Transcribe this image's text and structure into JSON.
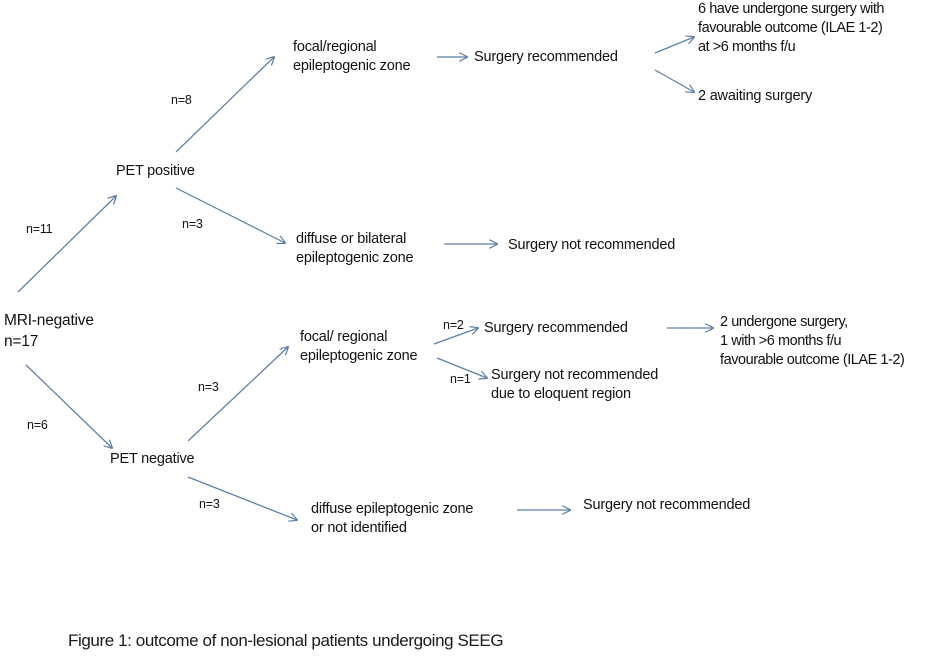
{
  "figure": {
    "caption": "Figure 1: outcome of non-lesional patients undergoing SEEG",
    "background_color": "#ffffff",
    "arrow_color": "#5b7fa6",
    "text_color": "#111111"
  },
  "root": {
    "label": "MRI-negative\nn=17"
  },
  "nodes": {
    "pet_positive": "PET positive",
    "pet_negative": "PET negative",
    "pos_focal_zone": "focal/regional\nepileptogenic zone",
    "pos_diffuse_zone": "diffuse or bilateral\nepileptogenic zone",
    "pos_surgery_recommended": "Surgery recommended",
    "pos_surgery_not_recommended": "Surgery not recommended",
    "pos_outcome_undergone": "6 have undergone surgery with\nfavourable outcome (ILAE 1-2)\nat >6 months f/u",
    "pos_outcome_awaiting": "2 awaiting surgery",
    "neg_focal_zone": "focal/ regional\nepileptogenic zone",
    "neg_diffuse_zone": "diffuse epileptogenic zone\nor not identified",
    "neg_surgery_recommended": "Surgery recommended",
    "neg_surgery_not_recommended": "Surgery not recommended\ndue to eloquent region",
    "neg_diffuse_surgery_not_recommended": "Surgery not recommended",
    "neg_outcome": "2 undergone surgery,\n1 with  >6 months f/u\nfavourable outcome (ILAE 1-2)"
  },
  "edge_labels": {
    "root_to_pet_positive": "n=11",
    "root_to_pet_negative": "n=6",
    "pos_to_focal": "n=8",
    "pos_to_diffuse": "n=3",
    "neg_to_focal": "n=3",
    "neg_to_diffuse": "n=3",
    "neg_focal_to_recommended": "n=2",
    "neg_focal_to_not_recommended": "n=1"
  },
  "chart_data": {
    "type": "flowchart",
    "title": "Figure 1: outcome of non-lesional patients undergoing SEEG",
    "root": {
      "label": "MRI-negative",
      "n": 17
    },
    "edges": [
      {
        "from": "MRI-negative n=17",
        "to": "PET positive",
        "n": 11
      },
      {
        "from": "MRI-negative n=17",
        "to": "PET negative",
        "n": 6
      },
      {
        "from": "PET positive",
        "to": "focal/regional epileptogenic zone",
        "n": 8
      },
      {
        "from": "PET positive",
        "to": "diffuse or bilateral epileptogenic zone",
        "n": 3
      },
      {
        "from": "focal/regional epileptogenic zone",
        "to": "Surgery recommended",
        "n": null
      },
      {
        "from": "Surgery recommended",
        "to": "6 have undergone surgery with favourable outcome (ILAE 1-2) at >6 months f/u",
        "n": null
      },
      {
        "from": "Surgery recommended",
        "to": "2 awaiting surgery",
        "n": null
      },
      {
        "from": "diffuse or bilateral epileptogenic zone",
        "to": "Surgery not recommended",
        "n": null
      },
      {
        "from": "PET negative",
        "to": "focal/ regional epileptogenic zone",
        "n": 3
      },
      {
        "from": "PET negative",
        "to": "diffuse epileptogenic zone or not identified",
        "n": 3
      },
      {
        "from": "focal/ regional epileptogenic zone",
        "to": "Surgery recommended",
        "n": 2
      },
      {
        "from": "focal/ regional epileptogenic zone",
        "to": "Surgery not recommended due to eloquent region",
        "n": 1
      },
      {
        "from": "Surgery recommended",
        "to": "2 undergone surgery, 1 with >6 months f/u favourable outcome (ILAE 1-2)",
        "n": null
      },
      {
        "from": "diffuse epileptogenic zone or not identified",
        "to": "Surgery not recommended",
        "n": null
      }
    ]
  }
}
